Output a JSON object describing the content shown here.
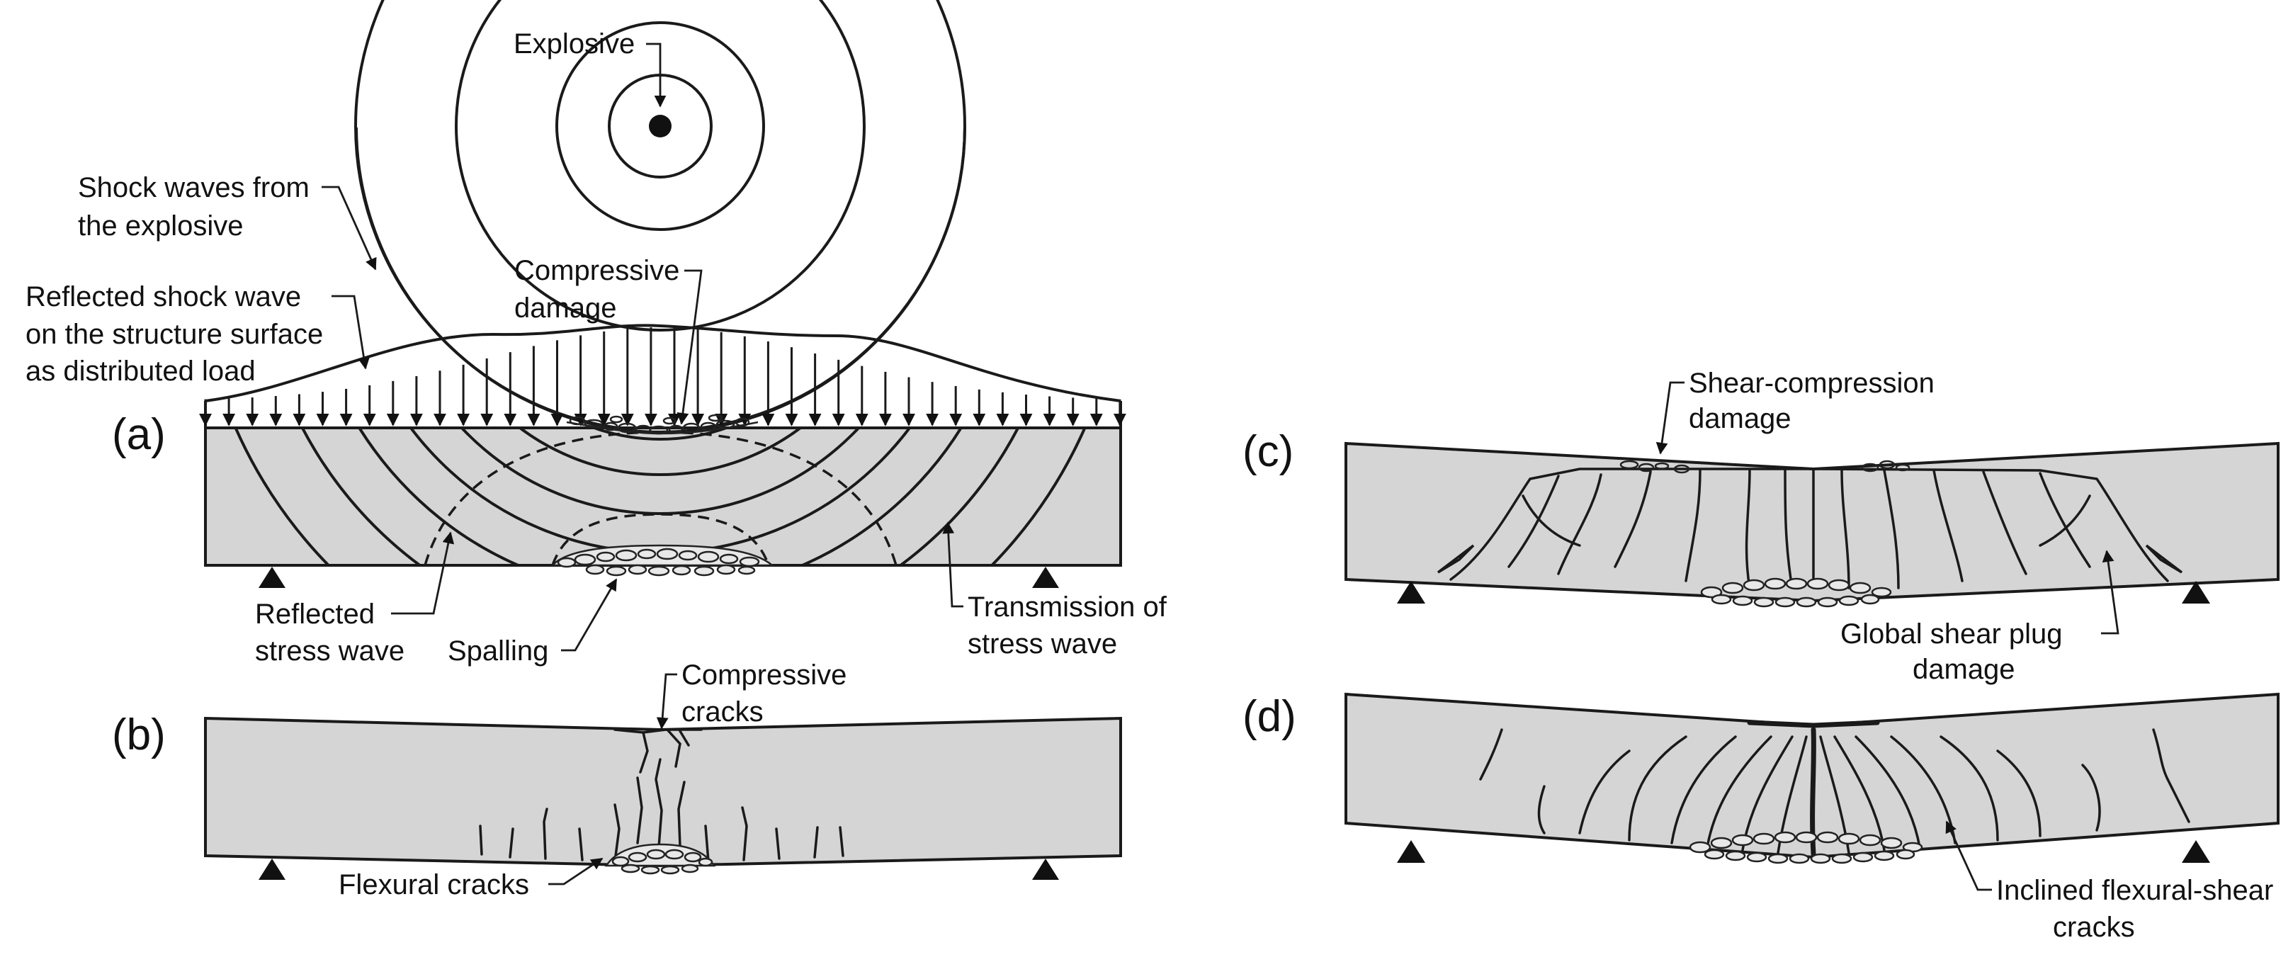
{
  "panels": {
    "a": "(a)",
    "b": "(b)",
    "c": "(c)",
    "d": "(d)"
  },
  "labels": {
    "explosive": "Explosive",
    "shock_waves_1": "Shock waves from",
    "shock_waves_2": "the explosive",
    "reflected_shock_1": "Reflected shock wave",
    "reflected_shock_2": "on the structure surface",
    "reflected_shock_3": "as distributed load",
    "compressive_damage_1": "Compressive",
    "compressive_damage_2": "damage",
    "reflected_stress_1": "Reflected",
    "reflected_stress_2": "stress wave",
    "spalling": "Spalling",
    "transmission_1": "Transmission of",
    "transmission_2": "stress wave",
    "compressive_cracks_1": "Compressive",
    "compressive_cracks_2": "cracks",
    "flexural_cracks": "Flexural cracks",
    "shear_compression_1": "Shear-compression",
    "shear_compression_2": "damage",
    "global_shear_1": "Global shear plug",
    "global_shear_2": "damage",
    "inclined_1": "Inclined flexural-shear",
    "inclined_2": "cracks"
  },
  "colors": {
    "beam_fill": "#d5d5d5",
    "ink": "#1a1a1a"
  }
}
